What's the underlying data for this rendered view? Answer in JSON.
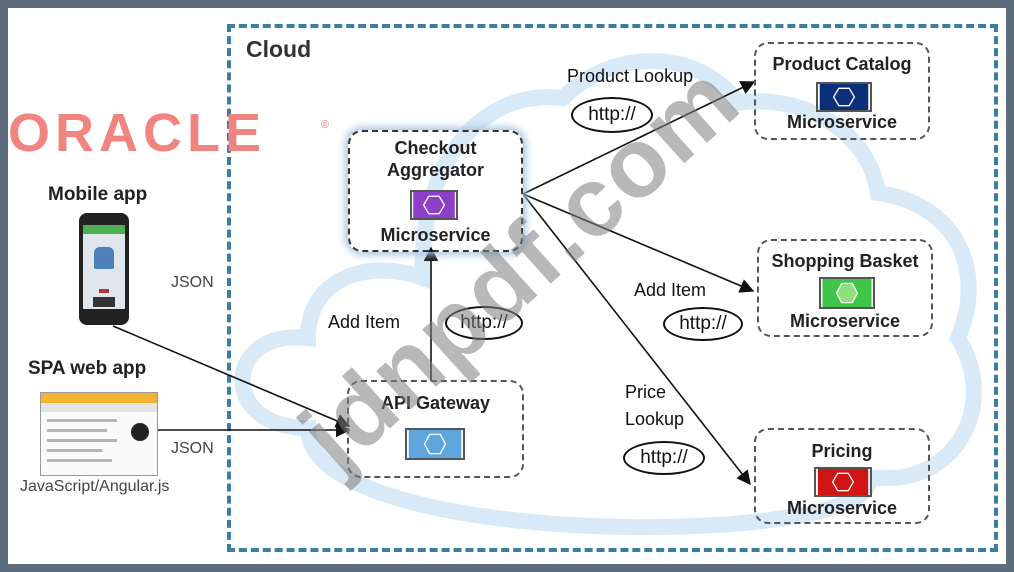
{
  "cloud": {
    "title": "Cloud"
  },
  "logo": {
    "text": "ORACLE",
    "reg_mark": "®"
  },
  "clients": {
    "mobile": {
      "title": "Mobile app",
      "protocol": "JSON"
    },
    "spa": {
      "title": "SPA web app",
      "protocol": "JSON",
      "tech": "JavaScript/Angular.js"
    }
  },
  "gateway": {
    "title": "API Gateway",
    "color": "#5fa6df"
  },
  "aggregator": {
    "title": "Checkout Aggregator",
    "subtitle": "Microservice",
    "color": "#8e3fc9"
  },
  "services": {
    "catalog": {
      "title": "Product Catalog",
      "subtitle": "Microservice",
      "color": "#0c2f7a"
    },
    "basket": {
      "title": "Shopping Basket",
      "subtitle": "Microservice",
      "color": "#3fc548"
    },
    "pricing": {
      "title": "Pricing",
      "subtitle": "Microservice",
      "color": "#d11414"
    }
  },
  "edges": {
    "gateway_to_aggregator": {
      "label": "Add Item",
      "protocol": "http://"
    },
    "to_catalog": {
      "label": "Product Lookup",
      "protocol": "http://"
    },
    "to_basket": {
      "label": "Add Item",
      "protocol": "http://"
    },
    "to_pricing": {
      "label_line1": "Price",
      "label_line2": "Lookup",
      "protocol": "http://"
    }
  },
  "watermark": {
    "text": "jdnpdf.com"
  }
}
